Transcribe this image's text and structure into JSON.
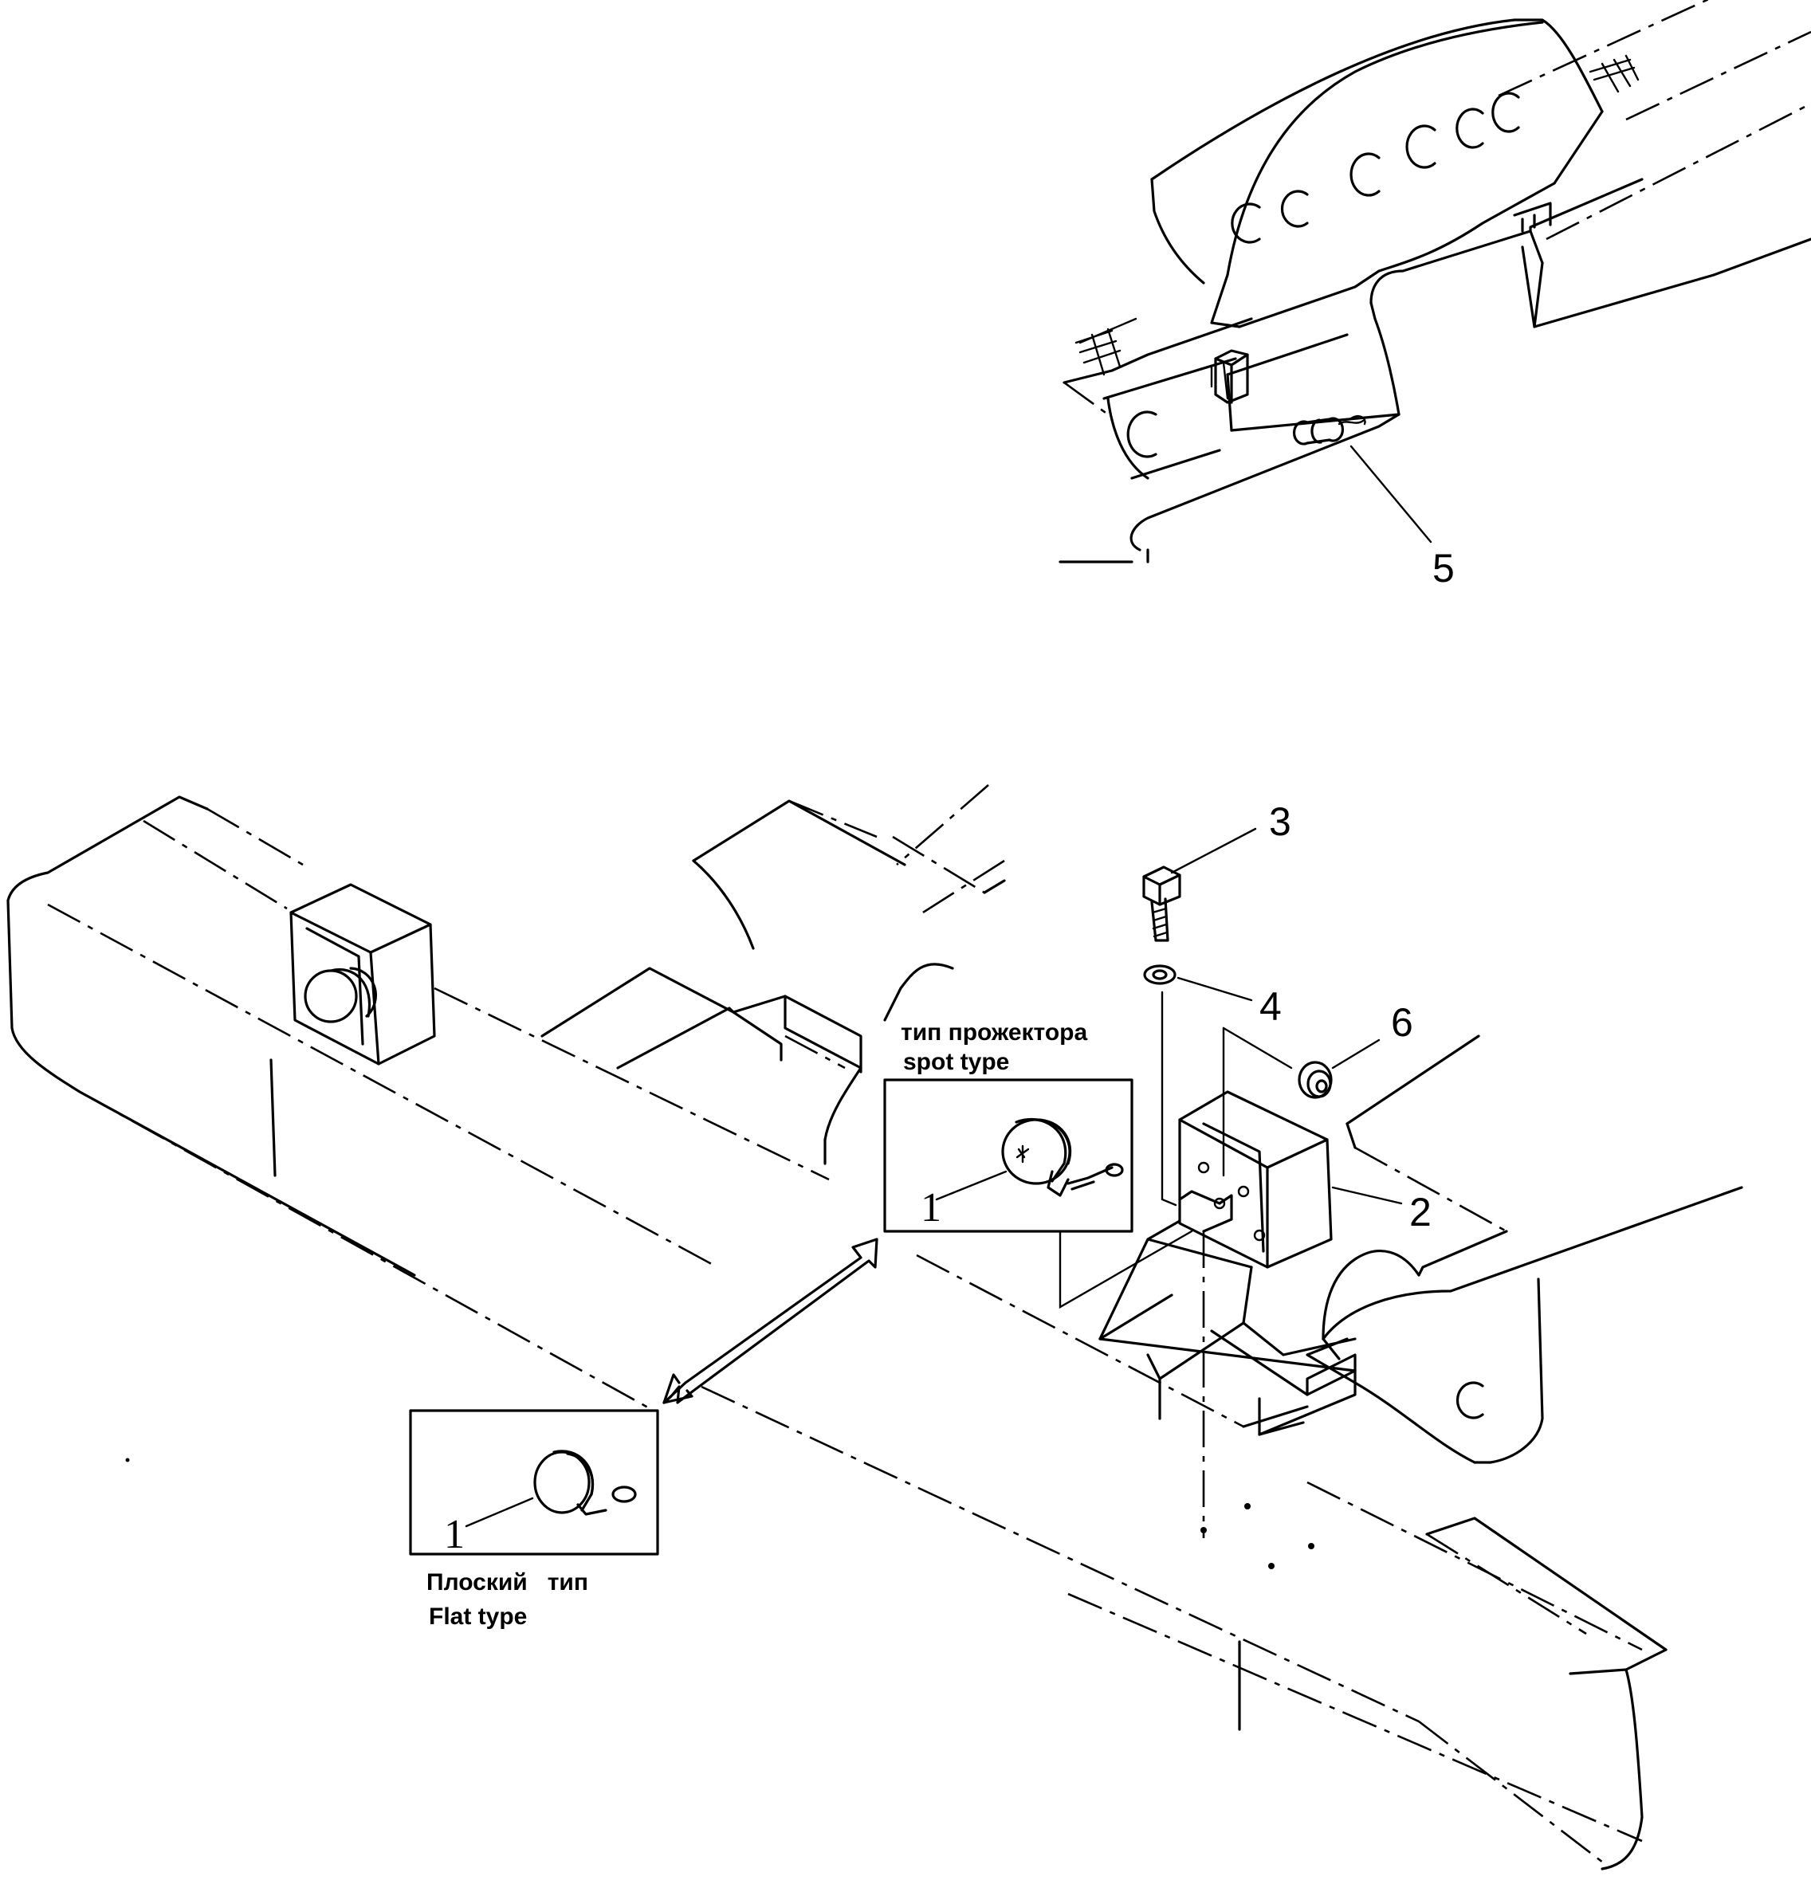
{
  "callouts": {
    "c1_spot": "1",
    "c1_flat": "1",
    "c2": "2",
    "c3": "3",
    "c4": "4",
    "c5": "5",
    "c6": "6"
  },
  "captions": {
    "spot_ru": "тип прожектора",
    "spot_en": "spot type",
    "flat_ru": "Плоский   тип",
    "flat_en": "Flat type"
  }
}
